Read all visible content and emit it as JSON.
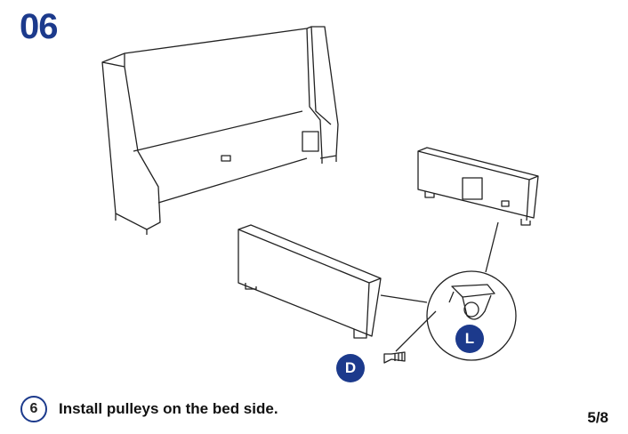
{
  "step_number": "06",
  "step_badge": "6",
  "instruction": "Install pulleys on the bed side.",
  "page_indicator": "5/8",
  "part_labels": {
    "caster": "L",
    "screw": "D"
  },
  "colors": {
    "accent": "#1c3a8c",
    "line": "#222222"
  }
}
